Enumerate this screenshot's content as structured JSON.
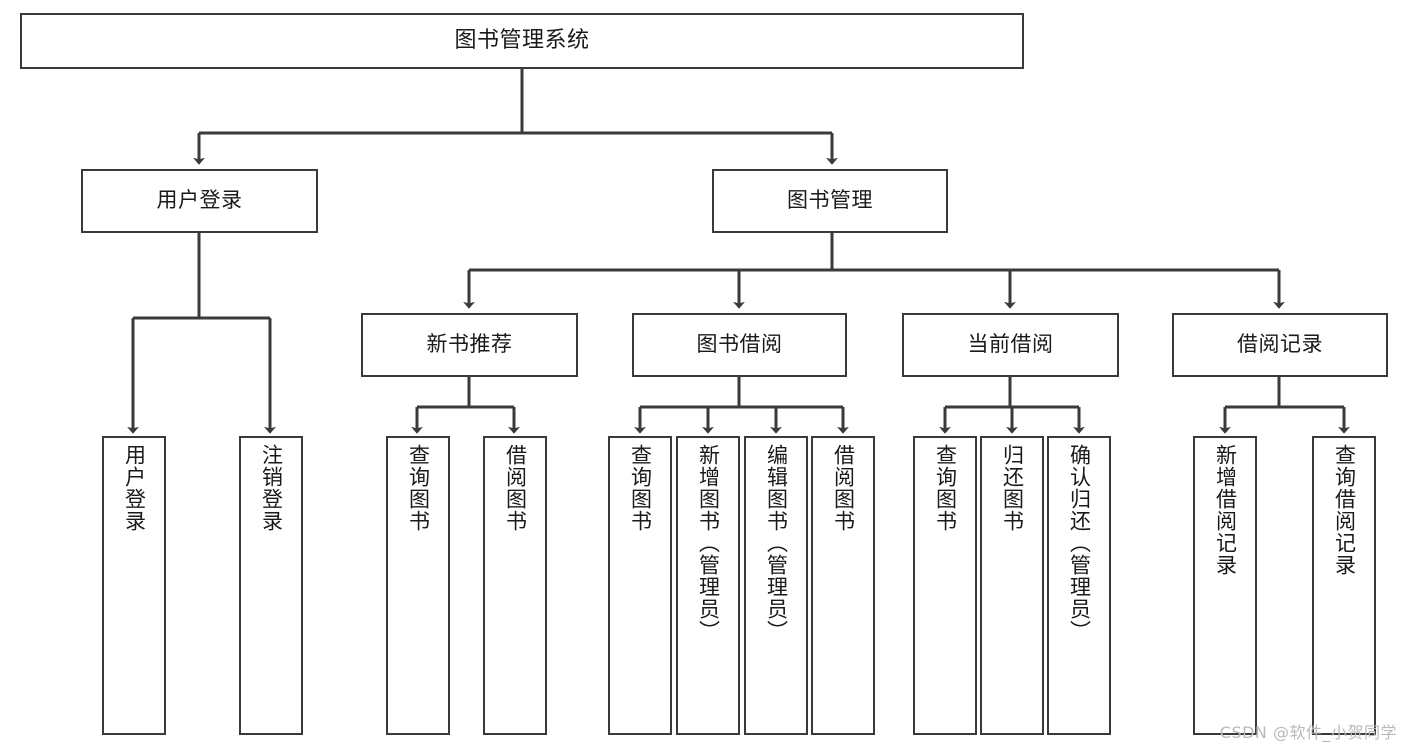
{
  "diagram": {
    "title": "图书管理系统",
    "type": "tree-hierarchy-chart",
    "root": {
      "id": "root",
      "label": "图书管理系统"
    },
    "level2": [
      {
        "id": "user-login",
        "label": "用户登录"
      },
      {
        "id": "book-manage",
        "label": "图书管理"
      }
    ],
    "level3": [
      {
        "id": "new-book-recommend",
        "label": "新书推荐"
      },
      {
        "id": "book-borrow",
        "label": "图书借阅"
      },
      {
        "id": "current-borrow",
        "label": "当前借阅"
      },
      {
        "id": "borrow-record",
        "label": "借阅记录"
      }
    ],
    "leaves": {
      "user_login": [
        {
          "id": "leaf-user-login",
          "label": "用户登录"
        },
        {
          "id": "leaf-logout-login",
          "label": "注销登录"
        }
      ],
      "new_book_recommend": [
        {
          "id": "leaf-query-book-1",
          "label": "查询图书"
        },
        {
          "id": "leaf-borrow-book-1",
          "label": "借阅图书"
        }
      ],
      "book_borrow": [
        {
          "id": "leaf-query-book-2",
          "label": "查询图书"
        },
        {
          "id": "leaf-add-book",
          "label": "新增图书（管理员）"
        },
        {
          "id": "leaf-edit-book",
          "label": "编辑图书（管理员）"
        },
        {
          "id": "leaf-borrow-book-2",
          "label": "借阅图书"
        }
      ],
      "current_borrow": [
        {
          "id": "leaf-query-book-3",
          "label": "查询图书"
        },
        {
          "id": "leaf-return-book",
          "label": "归还图书"
        },
        {
          "id": "leaf-confirm-return",
          "label": "确认归还（管理员）"
        }
      ],
      "borrow_record": [
        {
          "id": "leaf-add-record",
          "label": "新增借阅记录"
        },
        {
          "id": "leaf-query-record",
          "label": "查询借阅记录"
        }
      ]
    },
    "watermark": "CSDN @软件_小贺同学",
    "colors": {
      "box_stroke": "#3a3a3a",
      "box_fill": "#ffffff",
      "line": "#3a3a3a",
      "text": "#1a1a1a",
      "watermark": "#b9b9b9",
      "background": "#ffffff"
    }
  }
}
